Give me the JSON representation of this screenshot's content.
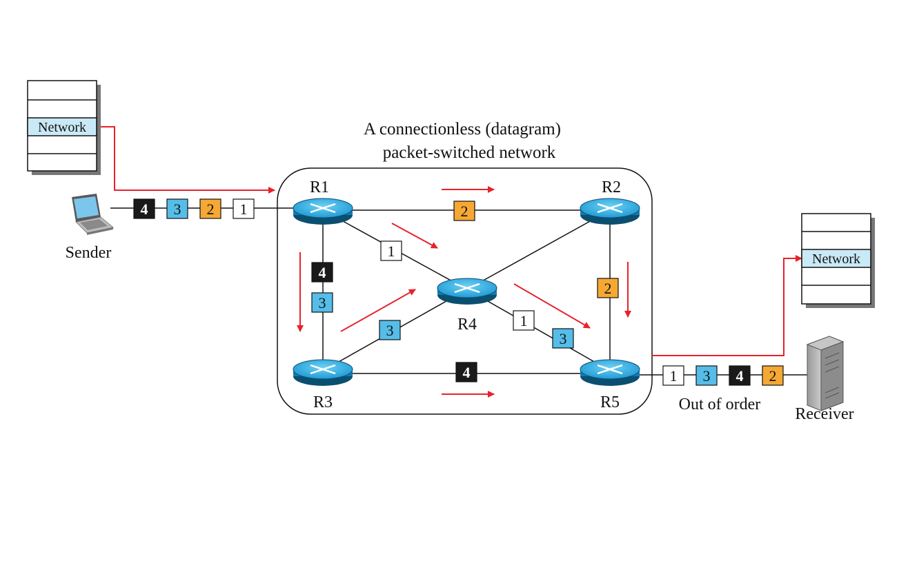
{
  "title_line1": "A connectionless (datagram)",
  "title_line2": "packet-switched network",
  "sender_label": "Sender",
  "receiver_label": "Receiver",
  "out_of_order_label": "Out of order",
  "stack_layer_label": "Network",
  "routers": {
    "r1": "R1",
    "r2": "R2",
    "r3": "R3",
    "r4": "R4",
    "r5": "R5"
  },
  "packets": {
    "p1": "1",
    "p2": "2",
    "p3": "3",
    "p4": "4"
  },
  "colors": {
    "packet_1": "#ffffff",
    "packet_2": "#f5a833",
    "packet_3": "#55bde8",
    "packet_4": "#1a1a1a",
    "arrow": "#e8212b",
    "router": "#29a8e0",
    "network_layer": "#c9e9f6"
  }
}
